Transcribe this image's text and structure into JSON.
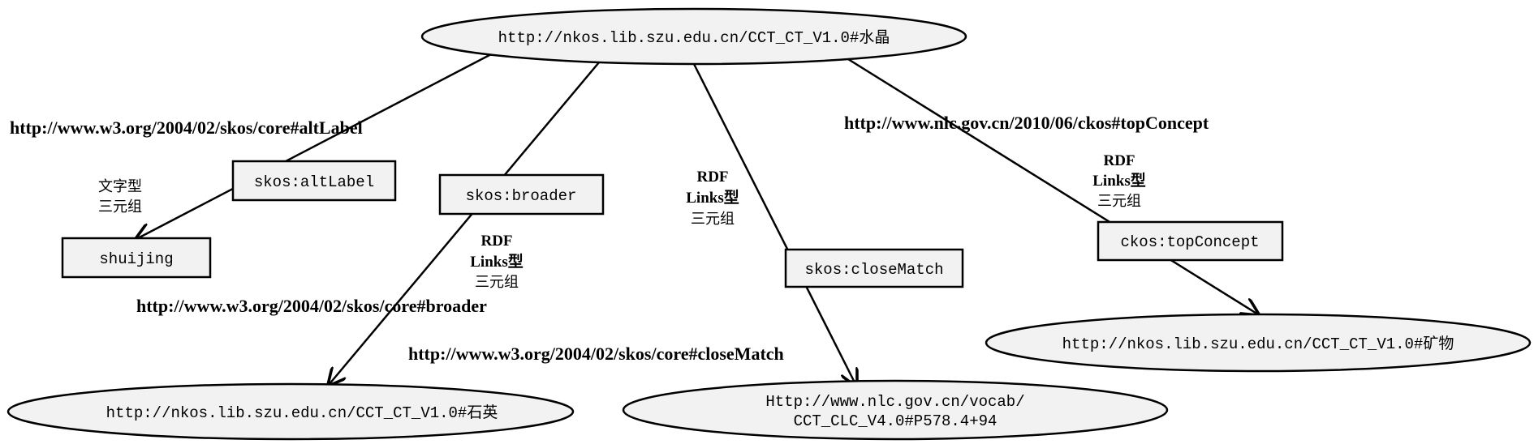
{
  "nodes": {
    "root": "http://nkos.lib.szu.edu.cn/CCT_CT_V1.0#水晶",
    "shuijing": "shuijing",
    "shiying": "http://nkos.lib.szu.edu.cn/CCT_CT_V1.0#石英",
    "nlc_vocab_line1": "Http://www.nlc.gov.cn/vocab/",
    "nlc_vocab_line2": "CCT_CLC_V4.0#P578.4+94",
    "kuangwu": "http://nkos.lib.szu.edu.cn/CCT_CT_V1.0#矿物"
  },
  "edges": {
    "altLabel": {
      "uri": "http://www.w3.org/2004/02/skos/core#altLabel",
      "label": "skos:altLabel"
    },
    "broader": {
      "uri": "http://www.w3.org/2004/02/skos/core#broader",
      "label": "skos:broader"
    },
    "closeMatch": {
      "uri": "http://www.w3.org/2004/02/skos/core#closeMatch",
      "label": "skos:closeMatch"
    },
    "topConcept": {
      "uri": "http://www.nlc.gov.cn/2010/06/ckos#topConcept",
      "label": "ckos:topConcept"
    }
  },
  "annotations": {
    "text_triple": [
      "文字型",
      "三元组"
    ],
    "rdf_links_1": [
      "RDF",
      "Links型",
      "三元组"
    ],
    "rdf_links_2": [
      "RDF",
      "Links型",
      "三元组"
    ],
    "rdf_links_3": [
      "RDF",
      "Links型",
      "三元组"
    ]
  },
  "colors": {
    "node_fill": "#f2f2f2",
    "stroke": "#000000"
  }
}
